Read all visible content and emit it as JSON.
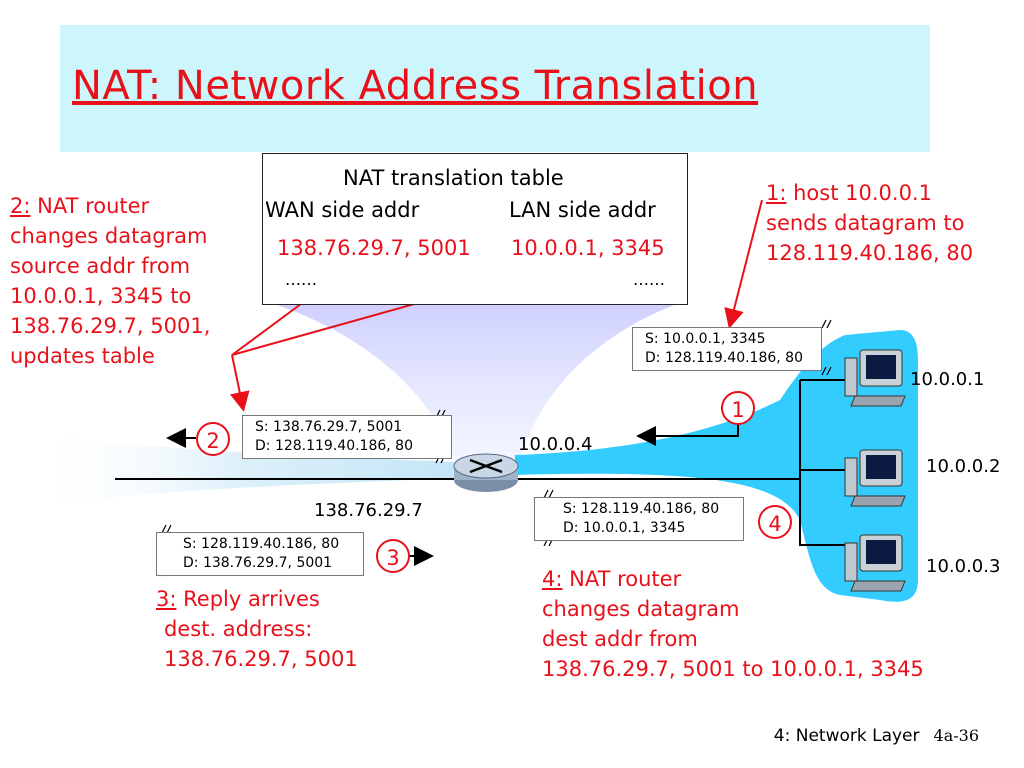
{
  "title": "NAT: Network Address Translation",
  "table": {
    "caption": "NAT translation table",
    "headers": [
      "WAN side addr",
      "LAN side addr"
    ],
    "row": [
      "138.76.29.7, 5001",
      "10.0.0.1, 3345"
    ],
    "ellipsis": [
      "……",
      "……"
    ]
  },
  "notes": {
    "n1": {
      "num": "1:",
      "lines": [
        "host 10.0.0.1",
        "sends datagram to",
        "128.119.40.186, 80"
      ]
    },
    "n2": {
      "num": "2:",
      "lines": [
        "NAT router",
        "changes datagram",
        "source addr from",
        "10.0.0.1, 3345 to",
        "138.76.29.7, 5001,",
        "updates table"
      ]
    },
    "n3": {
      "num": "3:",
      "lines": [
        "Reply arrives",
        "dest. address:",
        "138.76.29.7, 5001"
      ]
    },
    "n4": {
      "num": "4:",
      "lines": [
        "NAT router",
        "changes datagram",
        "dest addr from",
        "138.76.29.7, 5001 to 10.0.0.1, 3345"
      ]
    }
  },
  "packets": {
    "p1": {
      "s": "S: 10.0.0.1, 3345",
      "d": "D: 128.119.40.186, 80"
    },
    "p2": {
      "s": "S: 138.76.29.7, 5001",
      "d": "D: 128.119.40.186, 80"
    },
    "p3": {
      "s": "S: 128.119.40.186, 80",
      "d": "D: 138.76.29.7, 5001"
    },
    "p4": {
      "s": "S: 128.119.40.186, 80",
      "d": "D: 10.0.0.1, 3345"
    }
  },
  "steps": [
    "1",
    "2",
    "3",
    "4"
  ],
  "addresses": {
    "router_lan": "10.0.0.4",
    "router_wan": "138.76.29.7",
    "host1": "10.0.0.1",
    "host2": "10.0.0.2",
    "host3": "10.0.0.3"
  },
  "footer": {
    "chapter": "4: Network Layer",
    "page": "4a-36"
  },
  "colors": {
    "accent": "#e8111a",
    "lan": "#33ccff",
    "title_bg": "#ccf5fc"
  }
}
